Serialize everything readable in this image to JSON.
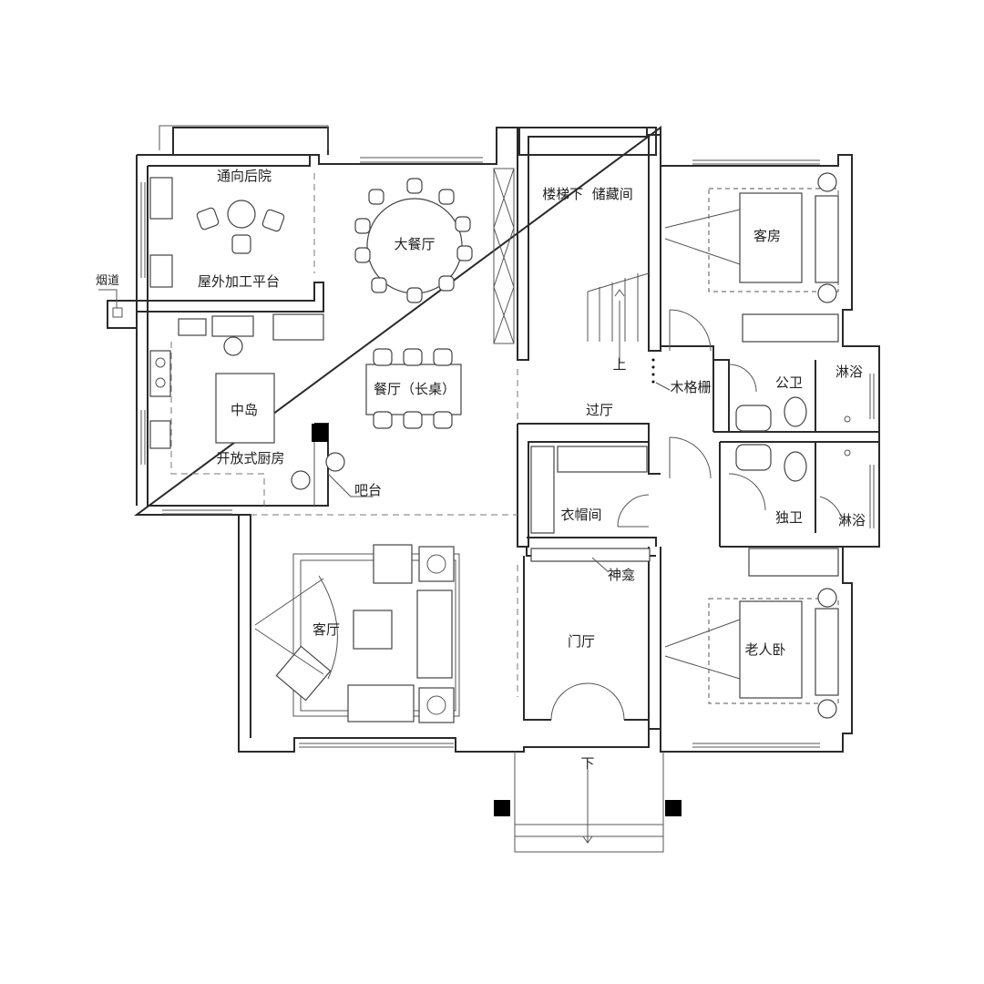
{
  "rooms": {
    "rear_path": "通向后院",
    "outdoor_platform": "屋外加工平台",
    "flue": "烟道",
    "big_dining": "大餐厅",
    "stair_storage": "楼梯下  储藏间",
    "guest_room": "客房",
    "up": "上",
    "wood_grille": "木格栅",
    "public_wc": "公卫",
    "shower_1": "淋浴",
    "kitchen_island": "中岛",
    "dining_long": "餐厅（长桌）",
    "hallway": "过厅",
    "open_kitchen": "开放式厨房",
    "bar": "吧台",
    "cloakroom": "衣帽间",
    "private_wc": "独卫",
    "shower_2": "淋浴",
    "living": "客厅",
    "shrine": "神龛",
    "foyer": "门厅",
    "elder_bedroom": "老人卧",
    "down": "下"
  }
}
